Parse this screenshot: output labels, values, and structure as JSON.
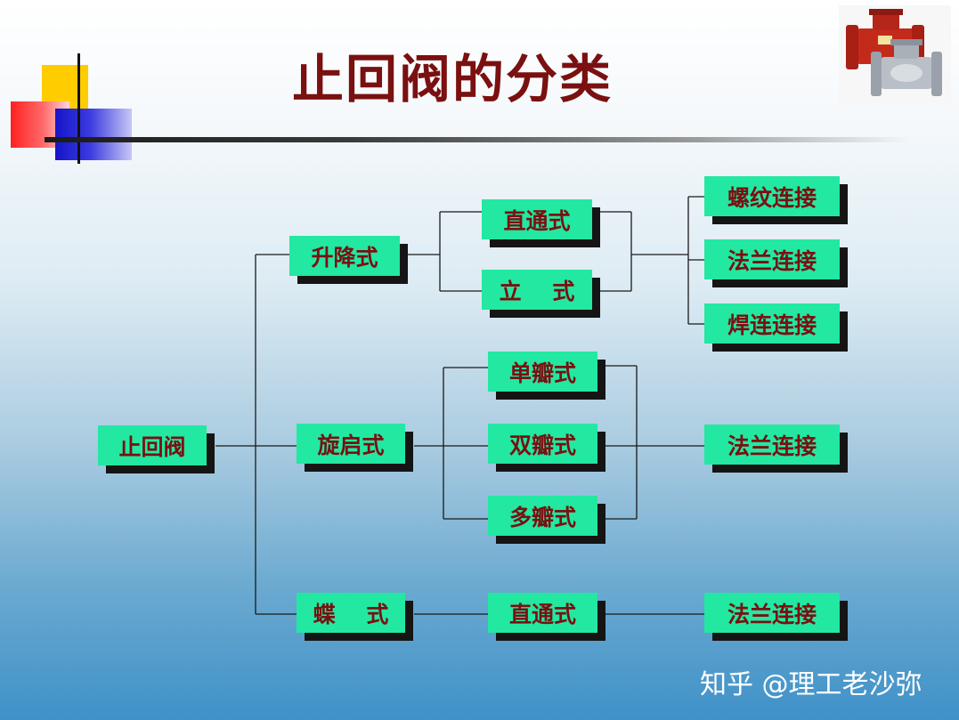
{
  "title": "止回阀的分类",
  "watermark": "知乎 @理工老沙弥",
  "colors": {
    "node_fill": "#22e8a2",
    "node_text": "#7a1010",
    "title": "#7a1010",
    "shadow": "#151515"
  },
  "images": {
    "valve_photo": "check-valve-photo"
  },
  "nodes": {
    "root": "止回阀",
    "lift": "升降式",
    "swing": "旋启式",
    "butterfly": "蝶    式",
    "lift_straight": "直通式",
    "lift_vertical": "立    式",
    "swing_single": "单瓣式",
    "swing_double": "双瓣式",
    "swing_multi": "多瓣式",
    "butterfly_straight": "直通式",
    "lift_thread": "螺纹连接",
    "lift_flange": "法兰连接",
    "lift_weld": "焊连连接",
    "swing_flange": "法兰连接",
    "butterfly_flange": "法兰连接"
  }
}
